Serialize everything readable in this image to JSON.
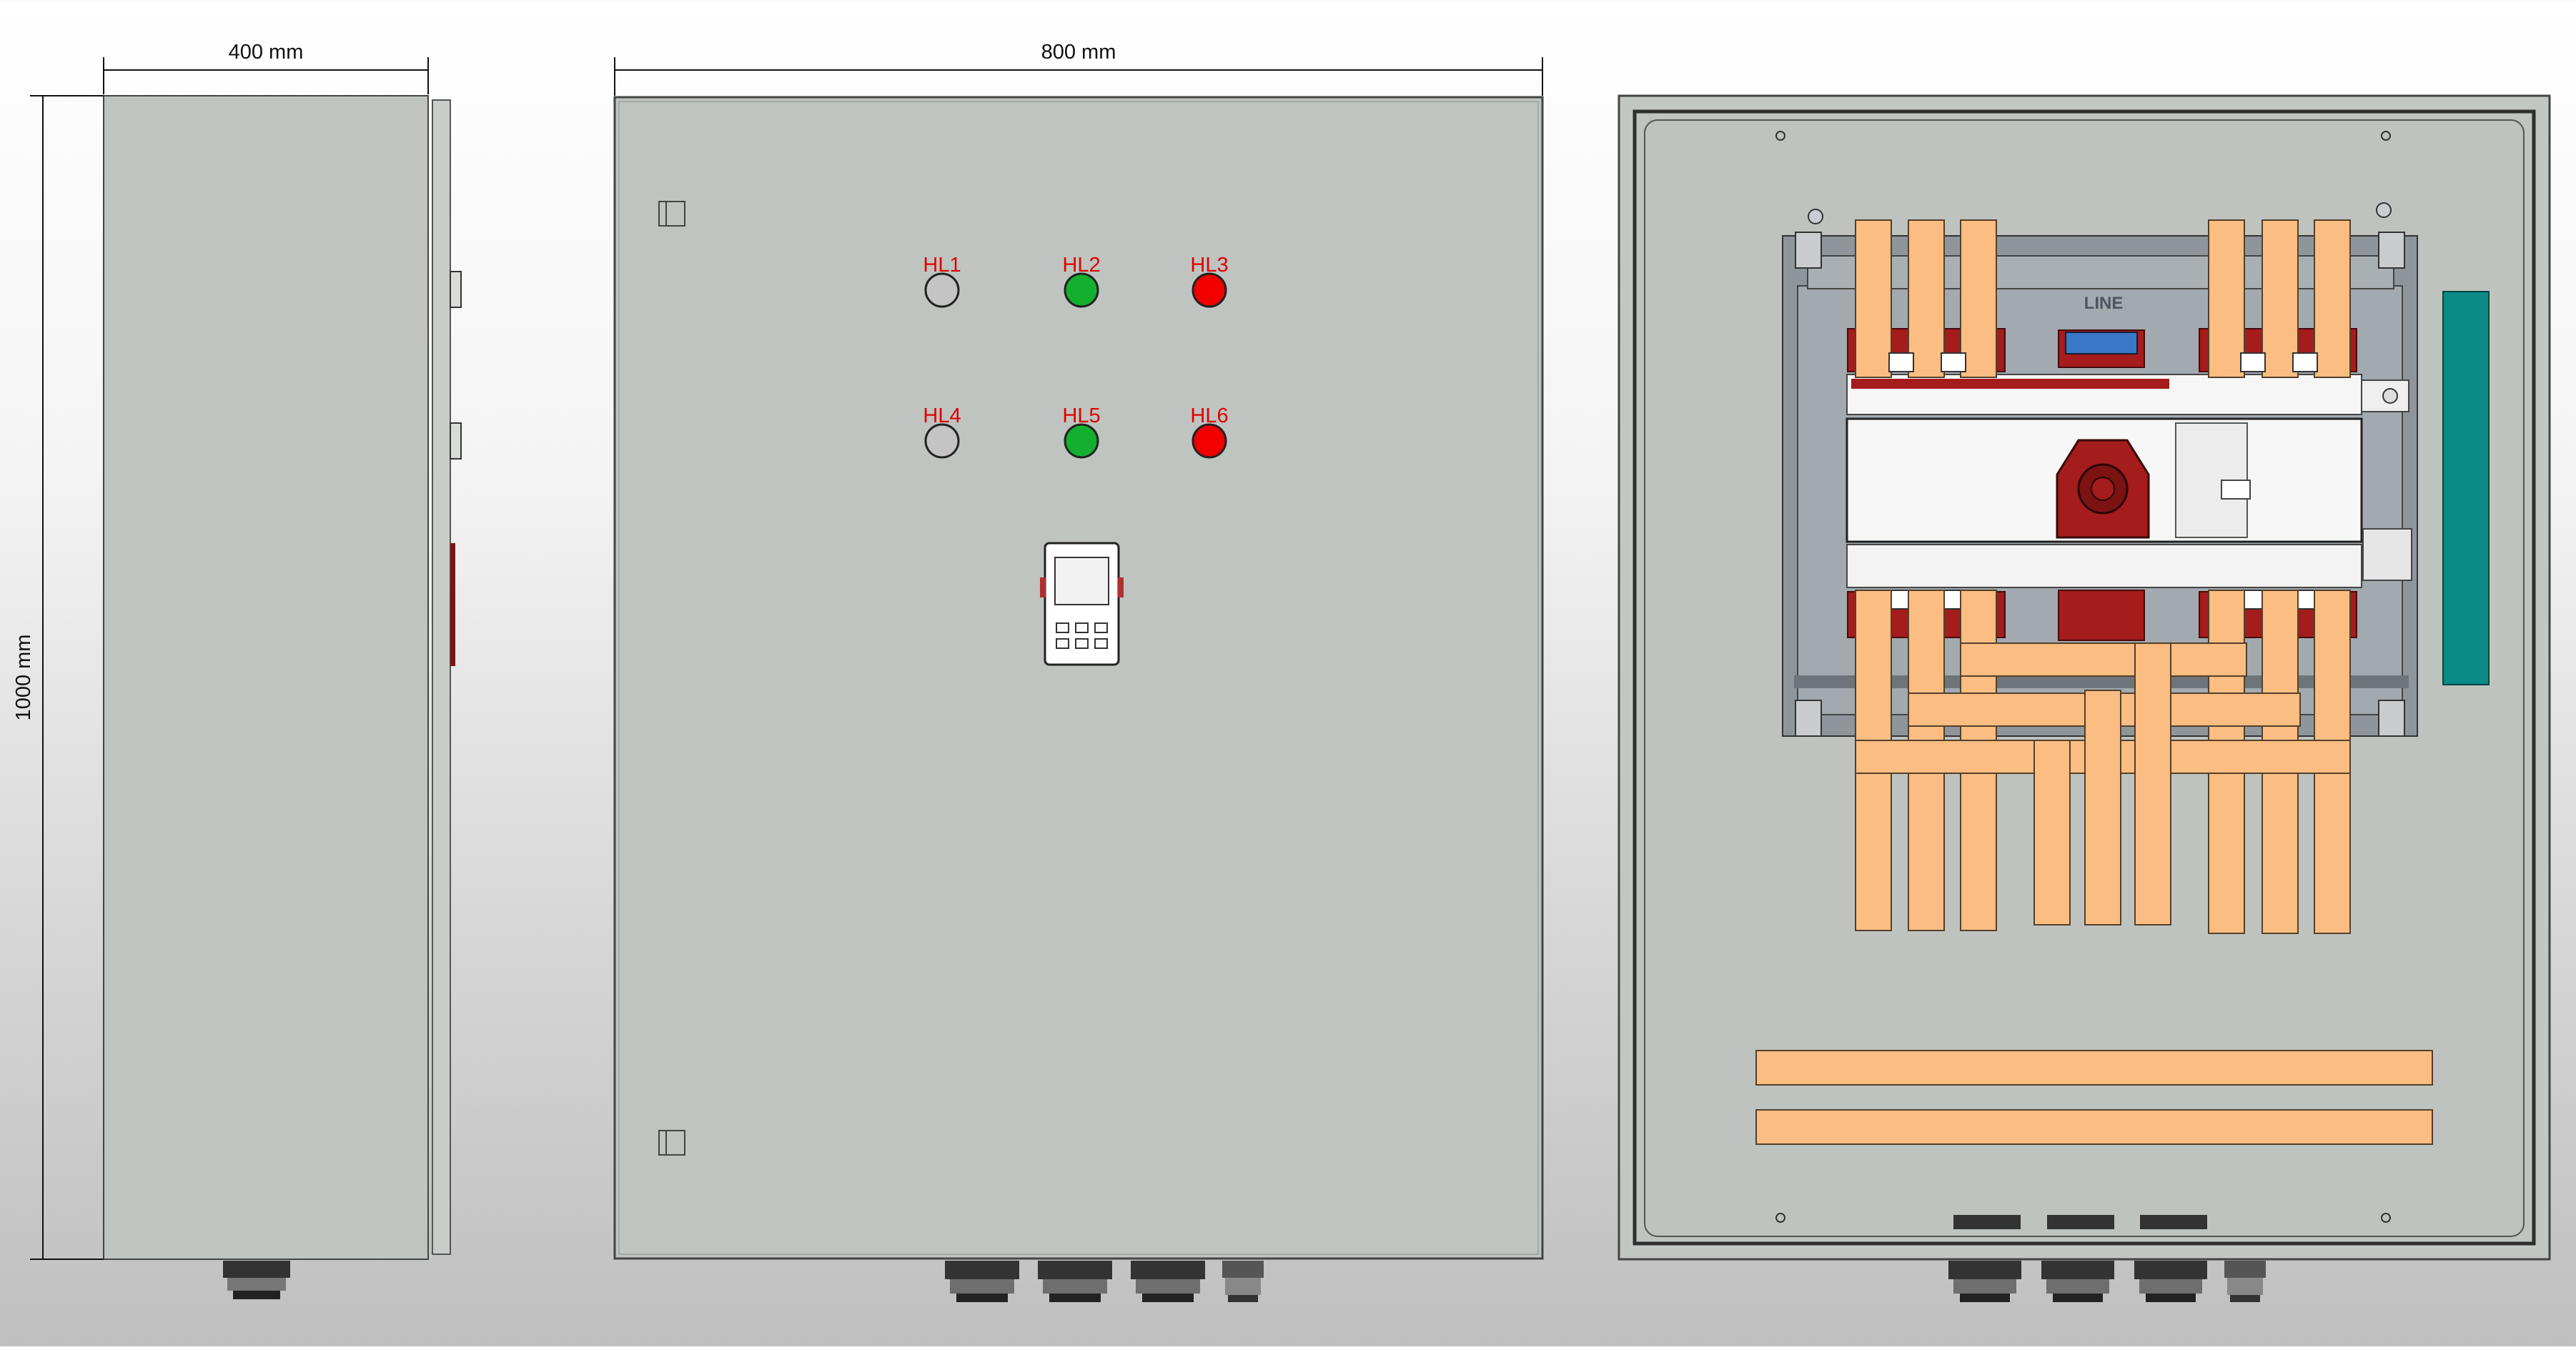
{
  "dimensions": {
    "width_label": "400 mm",
    "front_width_label": "800 mm",
    "height_label": "1000 mm"
  },
  "front_view": {
    "lamps": [
      {
        "label": "HL1",
        "color": "#c4c4c4"
      },
      {
        "label": "HL2",
        "color": "#12b02e"
      },
      {
        "label": "HL3",
        "color": "#f20000"
      },
      {
        "label": "HL4",
        "color": "#c4c4c4"
      },
      {
        "label": "HL5",
        "color": "#12b02e"
      },
      {
        "label": "HL6",
        "color": "#f20000"
      }
    ]
  },
  "interior_view": {
    "switch_label": "LINE"
  },
  "colors": {
    "panel": "#bfc4c0",
    "busbar": "#fbbd82",
    "switch_red": "#a41c1c",
    "rail_teal": "#0b8a86"
  }
}
